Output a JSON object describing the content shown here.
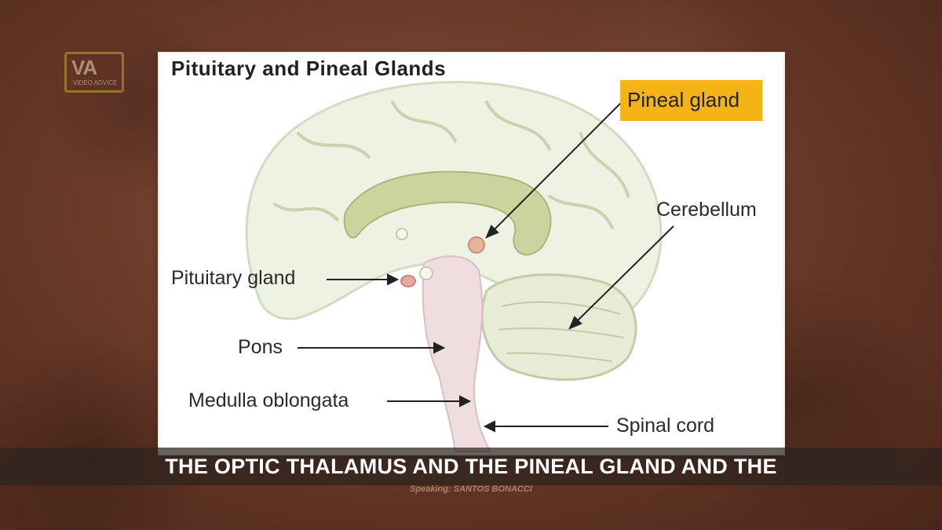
{
  "logo": {
    "mark": "VA",
    "tagline": "VIDEO ADVICE"
  },
  "diagram": {
    "title": "Pituitary and Pineal Glands",
    "labels": {
      "pineal_gland": "Pineal gland",
      "cerebellum": "Cerebellum",
      "pituitary_gland": "Pituitary gland",
      "pons": "Pons",
      "medulla_oblongata": "Medulla oblongata",
      "spinal_cord": "Spinal cord"
    },
    "highlight_color": "#f5b416"
  },
  "caption": {
    "text": "THE OPTIC THALAMUS AND THE PINEAL GLAND AND THE",
    "speaker": "Speaking: SANTOS BONACCI"
  }
}
